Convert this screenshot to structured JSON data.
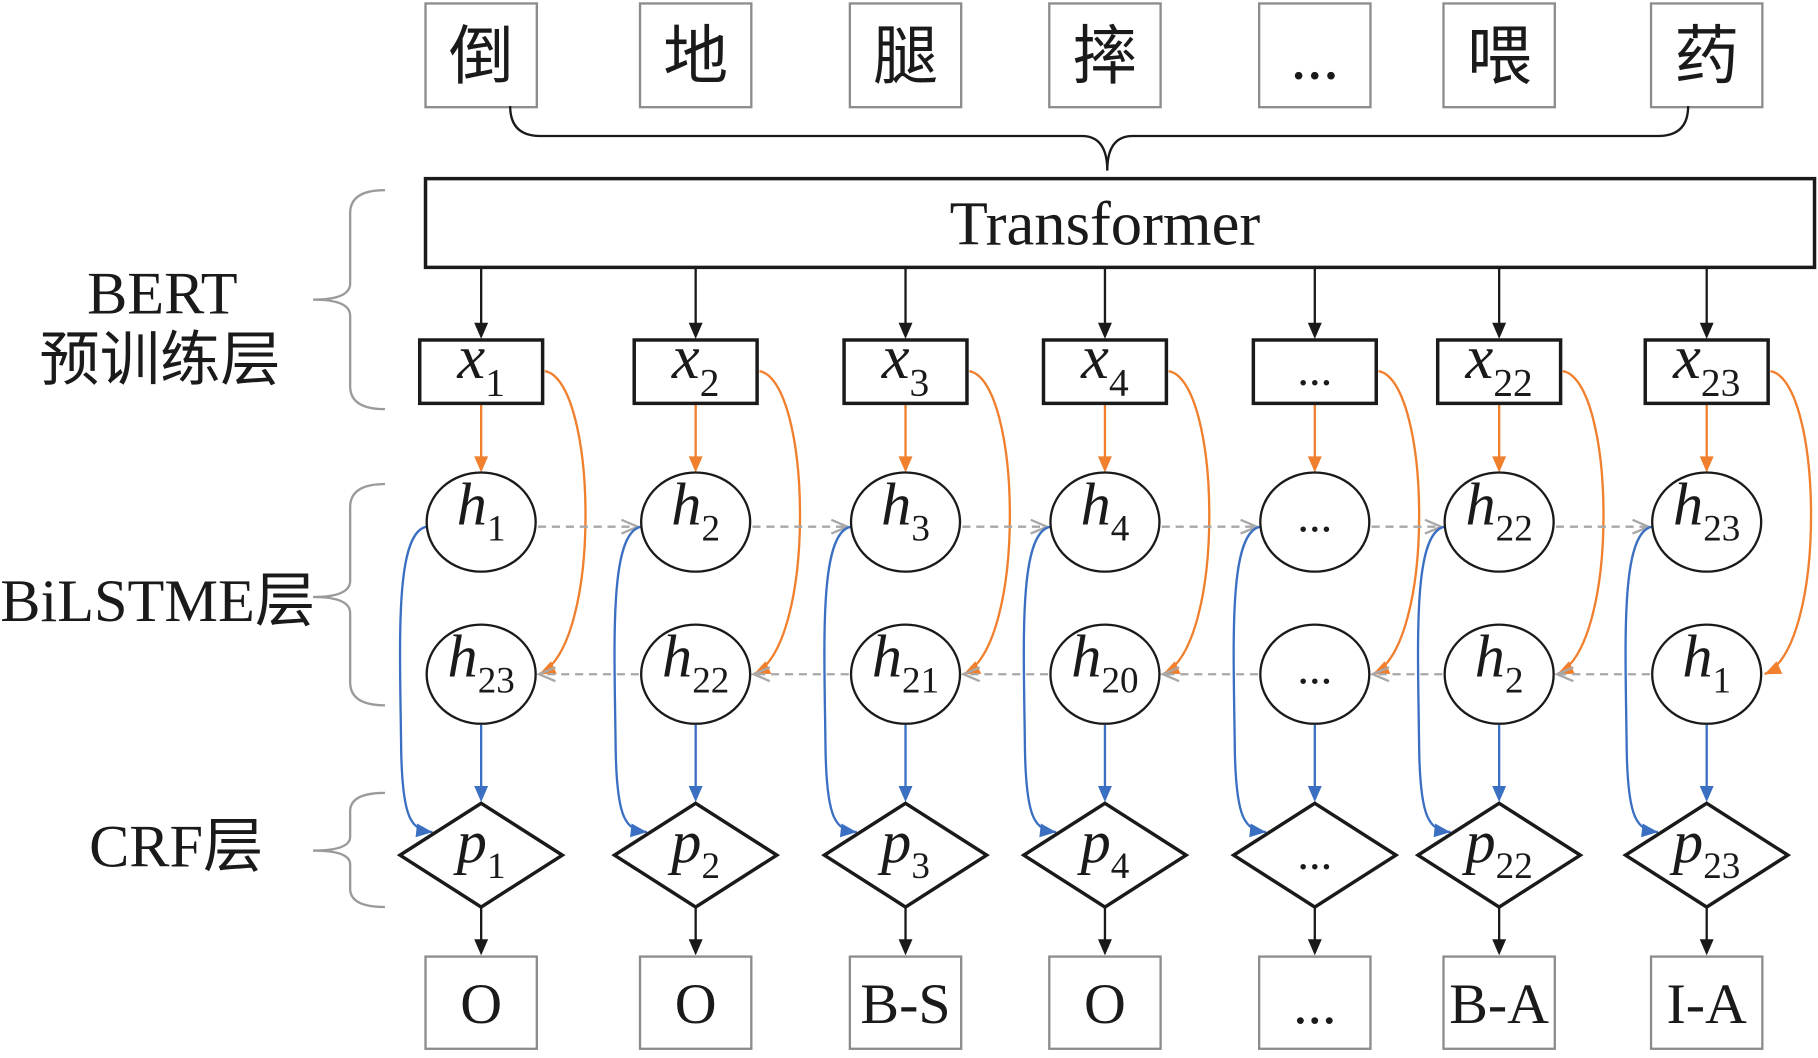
{
  "tokens": [
    "倒",
    "地",
    "腿",
    "摔",
    "...",
    "喂",
    "药"
  ],
  "transformer": {
    "label": "Transformer"
  },
  "layers": {
    "bert": {
      "line1": "BERT",
      "line2": "预训练层"
    },
    "bilstm": {
      "label": "BiLSTME层"
    },
    "crf": {
      "label": "CRF层"
    }
  },
  "x_nodes": [
    {
      "var": "x",
      "sub": "1"
    },
    {
      "var": "x",
      "sub": "2"
    },
    {
      "var": "x",
      "sub": "3"
    },
    {
      "var": "x",
      "sub": "4"
    },
    {
      "var": "..."
    },
    {
      "var": "x",
      "sub": "22"
    },
    {
      "var": "x",
      "sub": "23"
    }
  ],
  "h_forward": [
    {
      "var": "h",
      "sub": "1"
    },
    {
      "var": "h",
      "sub": "2"
    },
    {
      "var": "h",
      "sub": "3"
    },
    {
      "var": "h",
      "sub": "4"
    },
    {
      "var": "..."
    },
    {
      "var": "h",
      "sub": "22"
    },
    {
      "var": "h",
      "sub": "23"
    }
  ],
  "h_backward": [
    {
      "var": "h",
      "sub": "23"
    },
    {
      "var": "h",
      "sub": "22"
    },
    {
      "var": "h",
      "sub": "21"
    },
    {
      "var": "h",
      "sub": "20"
    },
    {
      "var": "..."
    },
    {
      "var": "h",
      "sub": "2"
    },
    {
      "var": "h",
      "sub": "1"
    }
  ],
  "p_nodes": [
    {
      "var": "p",
      "sub": "1"
    },
    {
      "var": "p",
      "sub": "2"
    },
    {
      "var": "p",
      "sub": "3"
    },
    {
      "var": "p",
      "sub": "4"
    },
    {
      "var": "..."
    },
    {
      "var": "p",
      "sub": "22"
    },
    {
      "var": "p",
      "sub": "23"
    }
  ],
  "outputs": [
    "O",
    "O",
    "B-S",
    "O",
    "...",
    "B-A",
    "I-A"
  ],
  "colors": {
    "orange": "#f07f2e",
    "blue": "#3b6fc2",
    "gray": "#a8a8a8",
    "black": "#1a1a1a",
    "box_border": "#8c8c8c",
    "brace": "#9a9a9a"
  }
}
